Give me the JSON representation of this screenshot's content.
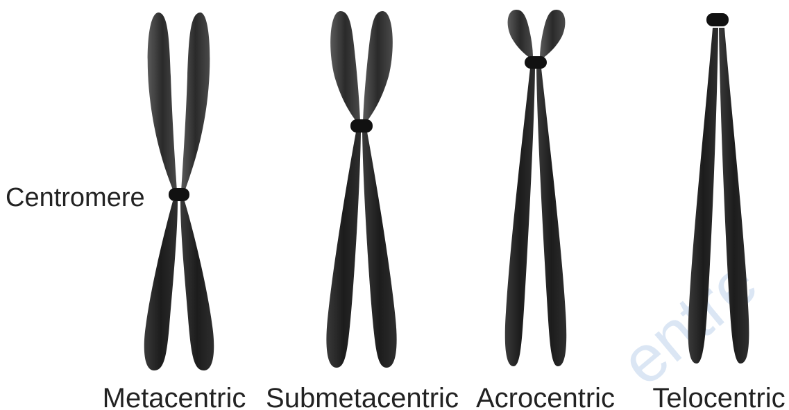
{
  "diagram": {
    "centromere_label": "Centromere",
    "chromosomes": [
      {
        "id": "metacentric",
        "label": "Metacentric"
      },
      {
        "id": "submetacentric",
        "label": "Submetacentric"
      },
      {
        "id": "acrocentric",
        "label": "Acrocentric"
      },
      {
        "id": "telocentric",
        "label": "Telocentric"
      }
    ],
    "watermark": "entre",
    "colors": {
      "chromatid": "#2b2b2b",
      "chromatid_light": "#6a6a6a",
      "centromere": "#111111",
      "text": "#222222",
      "watermark": "#7fa8d8"
    }
  }
}
